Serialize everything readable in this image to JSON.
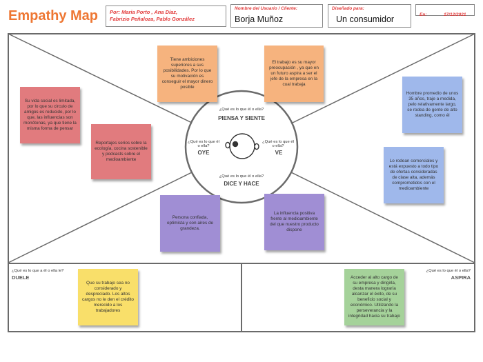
{
  "title": "Empathy Map",
  "header": {
    "authors_line1": "Por: Maria Porto , Ana Díaz,",
    "authors_line2": "Fabrizio Peñaloza, Pablo González",
    "user_label": "Nombre del Usuario / Cliente:",
    "user_value": "Borja Muñoz",
    "designed_label": "Diseñado para:",
    "designed_value": "Un consumidor",
    "date_label": "En:",
    "date_value": "17/12/2021"
  },
  "center": {
    "piensa_q": "¿Qué es lo que él o ella?",
    "piensa": "PIENSA Y SIENTE",
    "oye_q": "¿Qué es lo que él o ella?",
    "oye": "OYE",
    "ve_q": "¿Qué es lo que él o ella?",
    "ve": "VE",
    "dice_q": "¿Qué es lo que él o ella?",
    "dice": "DICE Y HACE"
  },
  "bottom": {
    "duele_q": "¿Qué es lo que a él o ella le?",
    "duele": "DUELE",
    "aspira_q": "¿Qué es lo que él o ella?",
    "aspira": "ASPIRA"
  },
  "notes": {
    "piensa_1": "Tiene ambiciones superiores a sus posibilidades. Por lo que su motivación es conseguir el mayor dinero posible",
    "piensa_2": "El trabajo es su mayor preocupación , ya que en un futuro aspira a ser el jefe de la empresa en la cual trabaja",
    "oye_1": "Su vida social es limitada, por lo que su circulo de amigos es reducido, por lo que, las influencias son monótonas, ya que tiene la misma forma de pensar",
    "oye_2": "Reportajes serios sobre la ecología, cocina sostenible y podcasts sobre el medioambiente",
    "ve_1": "Hombre promedio de unos 35 años, traje a medida, pelo relativamente largo, se rodea de gente de alto standing, como él",
    "ve_2": "Lo rodean comerciales y está expuesto a todo tipo de ofertas consideradas de clase alta, además comprometidos con el medioambiente",
    "dice_1": "Persona confiada, optimista y con aires de grandeza.",
    "dice_2": "La influencia positiva frente al medioambiente del que nuestro producto dispone",
    "duele_1": "Que su trabajo sea no considerado y despreciado. Los altos cargos no le den el crédito merecido a los trabajadores",
    "aspira_1": "Acceder al alto cargo de su empresa y dirigirla, desta manera lograría alcanzar el éxito, de su beneficio social y económico. Utilizando la perseverancia y la integridad hacia su trabajo"
  },
  "colors": {
    "title": "#ee7733",
    "orange_note": "#f6b37e",
    "red_note": "#e17b7e",
    "blue_note": "#9fb8eb",
    "purple_note": "#a08ed4",
    "yellow_note": "#f9df6a",
    "green_note": "#a5d29a"
  }
}
